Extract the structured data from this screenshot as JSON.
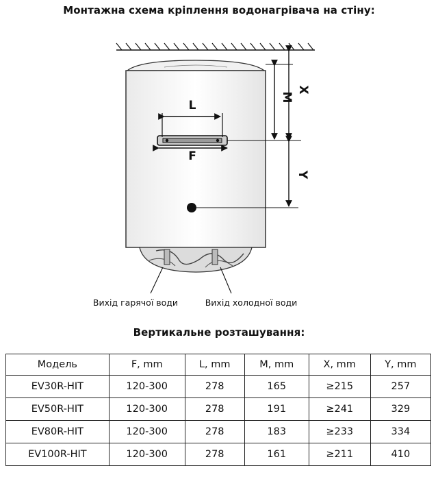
{
  "title": "Монтажна схема кріплення водонагрівача на стіну:",
  "diagram": {
    "labels": {
      "L": "L",
      "F": "F",
      "M": "M",
      "X": "X",
      "Y": "Y"
    },
    "hot_outlet": "Вихід гарячої води",
    "cold_outlet": "Вихід холодної води"
  },
  "subtitle": "Вертикальне розташування:",
  "table": {
    "headers": [
      "Модель",
      "F, mm",
      "L, mm",
      "M, mm",
      "X, mm",
      "Y, mm"
    ],
    "rows": [
      [
        "EV30R-HIT",
        "120-300",
        "278",
        "165",
        "≥215",
        "257"
      ],
      [
        "EV50R-HIT",
        "120-300",
        "278",
        "191",
        "≥241",
        "329"
      ],
      [
        "EV80R-HIT",
        "120-300",
        "278",
        "183",
        "≥233",
        "334"
      ],
      [
        "EV100R-HIT",
        "120-300",
        "278",
        "161",
        "≥211",
        "410"
      ]
    ]
  }
}
